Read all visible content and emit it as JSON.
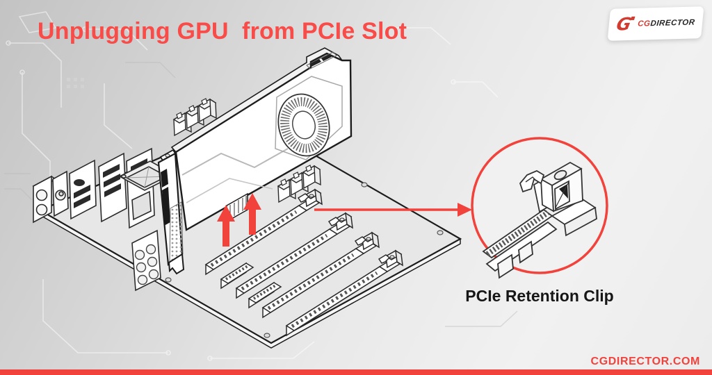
{
  "page": {
    "title": "Unplugging GPU  from PCIe Slot"
  },
  "logo": {
    "mark": "G",
    "text_red": "CG",
    "text_dark": "DIRECTOR"
  },
  "callout": {
    "label": "PCIe Retention Clip"
  },
  "footer": {
    "site": "CGDIRECTOR.COM"
  },
  "icons": {
    "up_arrow": "▲",
    "callout_arrow": "→"
  },
  "colors": {
    "title_red": "#f94b48",
    "accent_red": "#f2423c",
    "logo_red": "#d23b30",
    "outline_dark": "#1c1c1c",
    "board_gray": "#e7e7e7",
    "background_dark": "#c3c3c3",
    "background_light": "#f1f1f1"
  }
}
